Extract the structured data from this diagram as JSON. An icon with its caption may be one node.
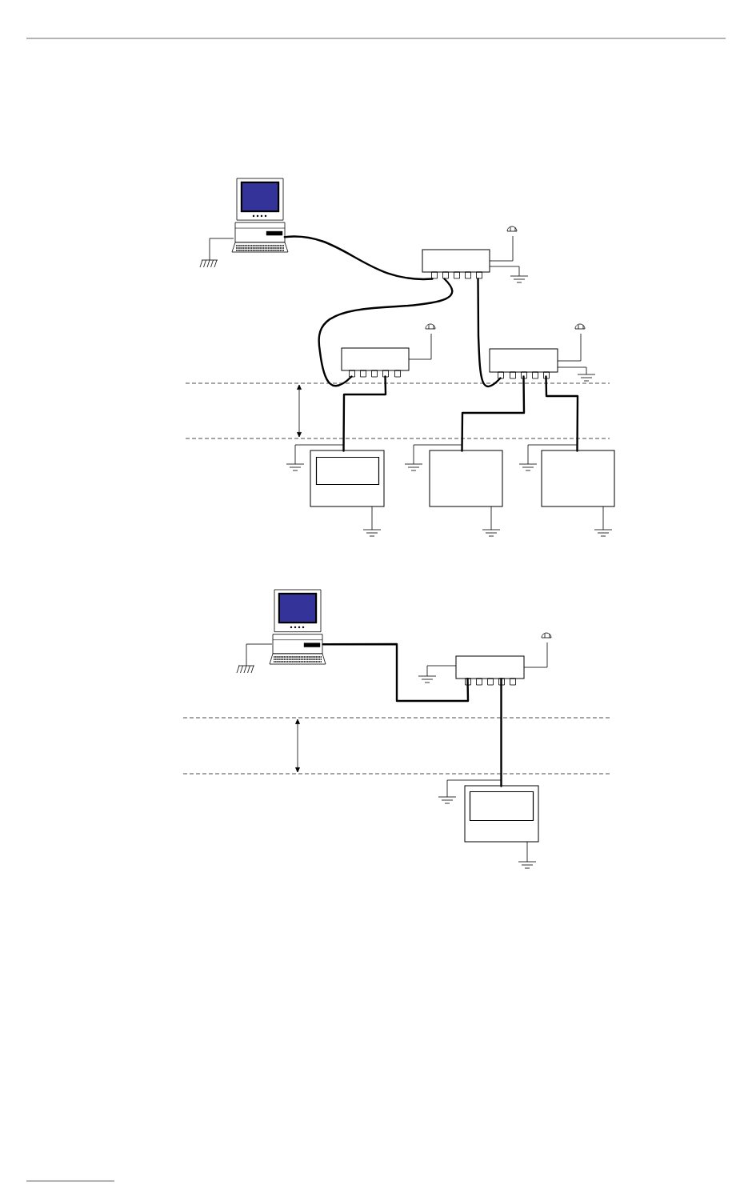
{
  "diagram": {
    "nodes": [
      {
        "text": [],
        "shape": "picture"
      },
      {
        "text": [],
        "shape": "box"
      },
      {
        "text": [],
        "shape": "box"
      },
      {
        "text": [],
        "shape": "box"
      },
      {
        "text": [],
        "shape": "box"
      },
      {
        "text": [],
        "shape": "box",
        "in": 4
      },
      {
        "text": [],
        "shape": "box"
      },
      {
        "text": [],
        "shape": "box"
      },
      {
        "text": [],
        "shape": "picture"
      },
      {
        "text": [],
        "shape": "box"
      },
      {
        "text": [],
        "shape": "box"
      },
      {
        "text": [],
        "shape": "box",
        "in": 10
      }
    ],
    "edges": [
      {
        "from": 0,
        "to": 1,
        "arrow": "none"
      },
      {
        "from": 1,
        "to": 2,
        "arrow": "none"
      },
      {
        "from": 1,
        "to": 3,
        "arrow": "none"
      },
      {
        "from": 2,
        "to": 4,
        "arrow": "none"
      },
      {
        "from": 3,
        "to": 6,
        "arrow": "none"
      },
      {
        "from": 3,
        "to": 7,
        "arrow": "none"
      },
      {
        "from": 8,
        "to": 9,
        "arrow": "none"
      },
      {
        "from": 9,
        "to": 10,
        "arrow": "none"
      }
    ]
  }
}
